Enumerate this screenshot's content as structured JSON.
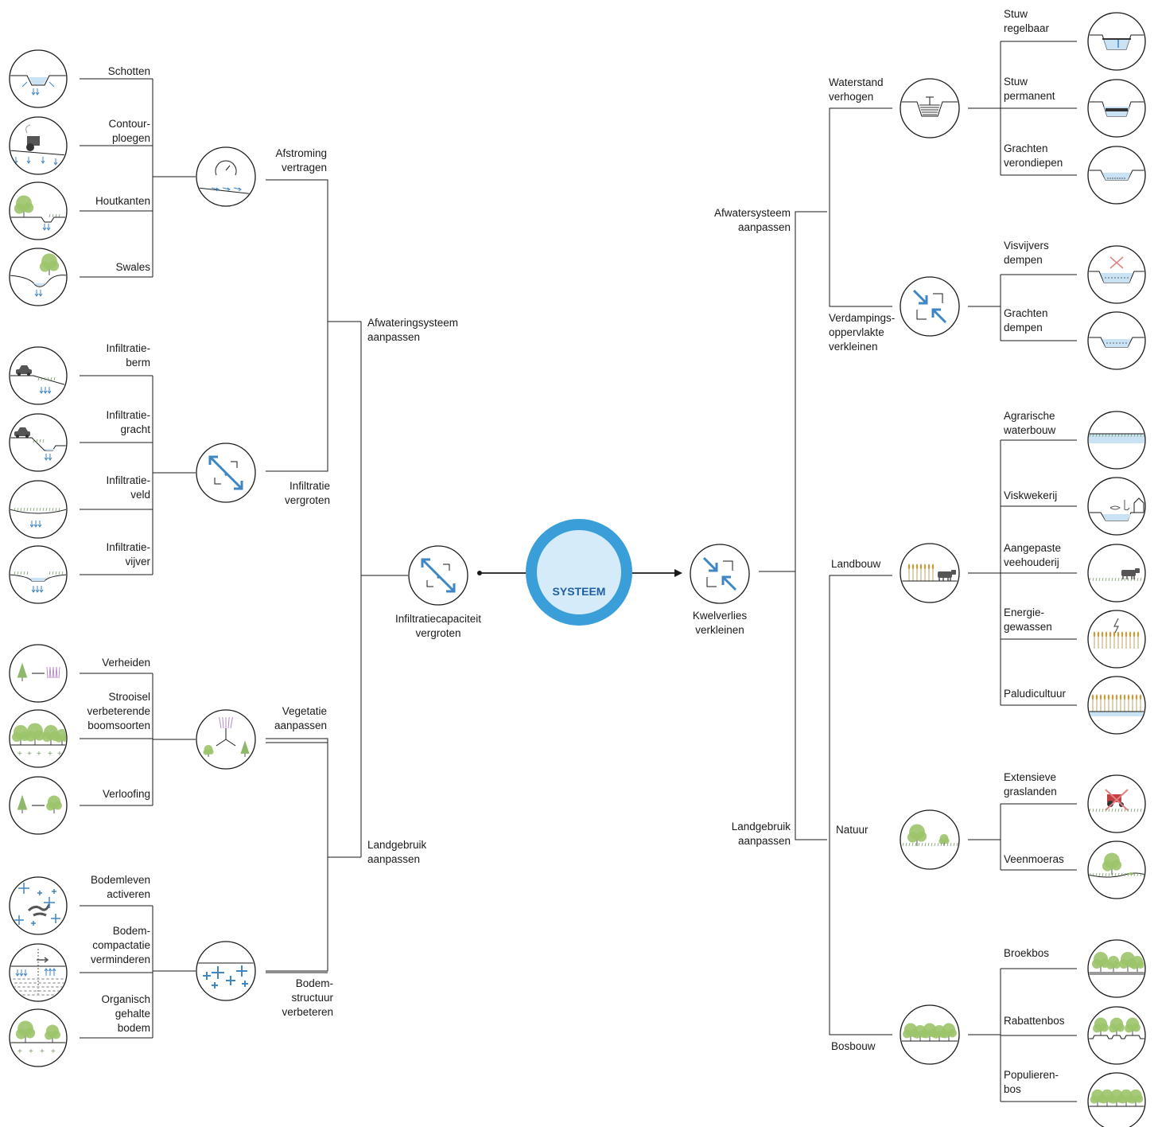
{
  "center": {
    "label": "SYSTEEM"
  },
  "colors": {
    "center_ring": "#3a9fd9",
    "center_fill": "#d6ebfa",
    "water": "#c9e3f5",
    "blue_lines": "#3f86c4",
    "tree": "#9cc46a"
  },
  "left": {
    "root": {
      "label": [
        "Infiltratiecapaciteit",
        "vergroten"
      ],
      "icon": "infiltration-expand-icon"
    },
    "groups": [
      {
        "label": [
          "Afwateringsysteem",
          "aanpassen"
        ]
      },
      {
        "label": [
          "Landgebruik",
          "aanpassen"
        ]
      }
    ],
    "subgroups": [
      {
        "label": [
          "Afstroming",
          "vertragen"
        ],
        "icon": "speedometer-icon"
      },
      {
        "label": [
          "Infiltratie",
          "vergroten"
        ],
        "icon": "infiltration-expand-icon"
      },
      {
        "label": [
          "Vegetatie",
          "aanpassen"
        ],
        "icon": "vegetation-change-icon"
      },
      {
        "label": [
          "Bodem-",
          "structuur",
          "verbeteren"
        ],
        "icon": "soil-structure-icon"
      }
    ],
    "leaves": [
      {
        "label": [
          "Schotten"
        ],
        "icon": "ditch-dams-icon"
      },
      {
        "label": [
          "Contour-",
          "ploegen"
        ],
        "icon": "tractor-plowing-icon"
      },
      {
        "label": [
          "Houtkanten"
        ],
        "icon": "hedgerow-icon"
      },
      {
        "label": [
          "Swales"
        ],
        "icon": "swale-icon"
      },
      {
        "label": [
          "Infiltratie-",
          "berm"
        ],
        "icon": "car-berm-icon"
      },
      {
        "label": [
          "Infiltratie-",
          "gracht"
        ],
        "icon": "car-ditch-icon"
      },
      {
        "label": [
          "Infiltratie-",
          "veld"
        ],
        "icon": "infiltration-field-icon"
      },
      {
        "label": [
          "Infiltratie-",
          "vijver"
        ],
        "icon": "infiltration-pond-icon"
      },
      {
        "label": [
          "Verheiden"
        ],
        "icon": "tree-to-heather-icon"
      },
      {
        "label": [
          "Strooisel",
          "verbeterende",
          "boomsoorten"
        ],
        "icon": "broadleaf-trees-icon"
      },
      {
        "label": [
          "Verloofing"
        ],
        "icon": "conifer-to-broadleaf-icon"
      },
      {
        "label": [
          "Bodemleven",
          "activeren"
        ],
        "icon": "worm-icon"
      },
      {
        "label": [
          "Bodem-",
          "compactatie",
          "verminderen"
        ],
        "icon": "soil-compaction-icon"
      },
      {
        "label": [
          "Organisch",
          "gehalte",
          "bodem"
        ],
        "icon": "trees-organic-soil-icon"
      }
    ]
  },
  "right": {
    "root": {
      "label": [
        "Kwelverlies",
        "verkleinen"
      ],
      "icon": "seepage-reduce-icon"
    },
    "groups": [
      {
        "label": [
          "Afwatersysteem",
          "aanpassen"
        ]
      },
      {
        "label": [
          "Landgebruik",
          "aanpassen"
        ]
      }
    ],
    "subgroups": [
      {
        "label": [
          "Waterstand",
          "verhogen"
        ],
        "icon": "water-level-icon"
      },
      {
        "label": [
          "Verdampings-",
          "oppervlakte",
          "verkleinen"
        ],
        "icon": "evaporation-shrink-icon"
      },
      {
        "label": [
          "Landbouw"
        ],
        "icon": "cow-reeds-icon"
      },
      {
        "label": [
          "Natuur"
        ],
        "icon": "nature-trees-icon"
      },
      {
        "label": [
          "Bosbouw"
        ],
        "icon": "forest-icon"
      }
    ],
    "leaves": [
      {
        "label": [
          "Stuw",
          "regelbaar"
        ],
        "icon": "adjustable-weir-icon"
      },
      {
        "label": [
          "Stuw",
          "permanent"
        ],
        "icon": "permanent-weir-icon"
      },
      {
        "label": [
          "Grachten",
          "verondiepen"
        ],
        "icon": "shallow-ditch-icon"
      },
      {
        "label": [
          "Visvijvers",
          "dempen"
        ],
        "icon": "fill-fishpond-icon"
      },
      {
        "label": [
          "Grachten",
          "dempen"
        ],
        "icon": "fill-ditch-icon"
      },
      {
        "label": [
          "Agrarische",
          "waterbouw"
        ],
        "icon": "agri-water-icon"
      },
      {
        "label": [
          "Viskwekerij"
        ],
        "icon": "fish-farm-icon"
      },
      {
        "label": [
          "Aangepaste",
          "veehouderij"
        ],
        "icon": "livestock-icon"
      },
      {
        "label": [
          "Energie-",
          "gewassen"
        ],
        "icon": "energy-crops-icon"
      },
      {
        "label": [
          "Paludicultuur"
        ],
        "icon": "paludiculture-icon"
      },
      {
        "label": [
          "Extensieve",
          "graslanden"
        ],
        "icon": "no-tractor-icon"
      },
      {
        "label": [
          "Veenmoeras"
        ],
        "icon": "peat-bog-icon"
      },
      {
        "label": [
          "Broekbos"
        ],
        "icon": "wet-forest-icon"
      },
      {
        "label": [
          "Rabattenbos"
        ],
        "icon": "ridge-forest-icon"
      },
      {
        "label": [
          "Populieren-",
          "bos"
        ],
        "icon": "poplar-forest-icon"
      }
    ]
  }
}
